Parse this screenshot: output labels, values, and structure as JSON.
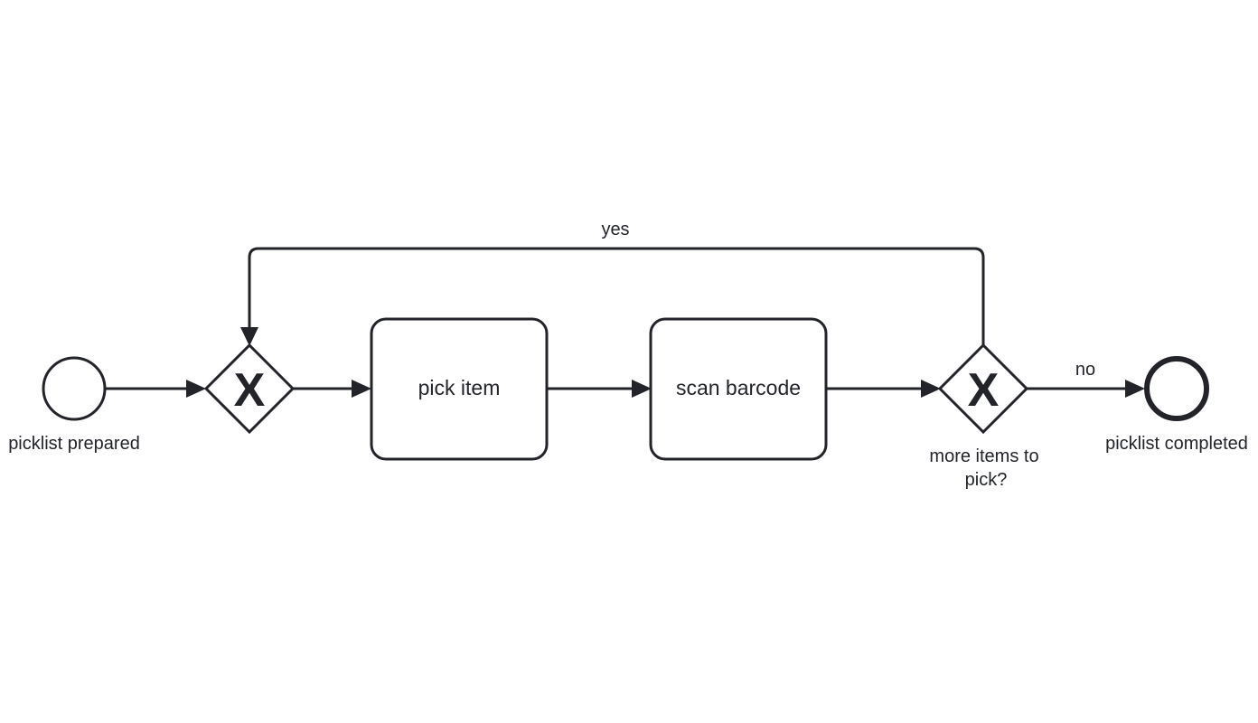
{
  "diagram": {
    "nodes": {
      "start_event": {
        "label": "picklist prepared"
      },
      "gateway_merge": {
        "marker": "X"
      },
      "task_pick": {
        "label": "pick item"
      },
      "task_scan": {
        "label": "scan barcode"
      },
      "gateway_decision": {
        "marker": "X",
        "label_line1": "more items to",
        "label_line2": "pick?"
      },
      "end_event": {
        "label": "picklist completed"
      }
    },
    "flows": {
      "loop_back": {
        "label": "yes"
      },
      "to_end": {
        "label": "no"
      }
    },
    "colors": {
      "stroke": "#22242a",
      "fill": "#ffffff"
    },
    "icons": {
      "start_event": "circle-thin",
      "end_event": "circle-thick",
      "gateway": "exclusive-gateway-diamond-x"
    }
  }
}
